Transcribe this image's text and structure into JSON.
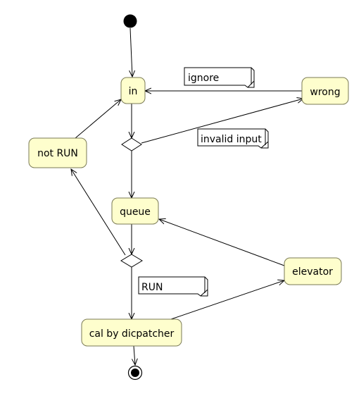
{
  "nodes": {
    "in": "in",
    "wrong": "wrong",
    "not_run": "not RUN",
    "queue": "queue",
    "elevator": "elevator",
    "cal": "cal by dicpatcher"
  },
  "notes": {
    "ignore": "ignore",
    "invalid_input": "invalid input",
    "run": "RUN"
  }
}
